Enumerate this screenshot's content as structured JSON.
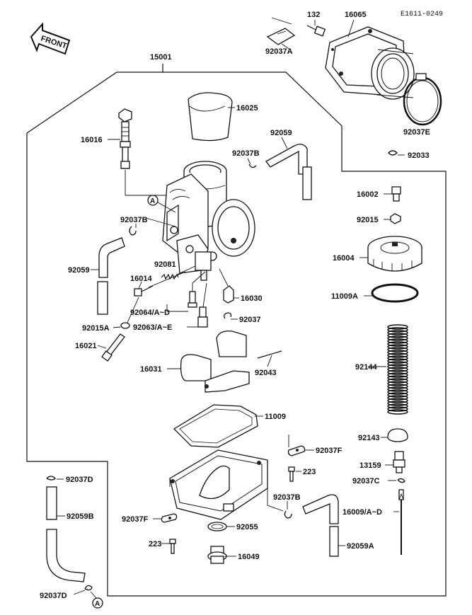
{
  "diagram": {
    "code": "E1611-0249",
    "front_label": "FRONT",
    "assembly_label": "15001",
    "ref_marker": "A",
    "parts": {
      "p132": "132",
      "p16065": "16065",
      "p92037A": "92037A",
      "p92037E": "92037E",
      "p16025": "16025",
      "p16016": "16016",
      "p92037B_top": "92037B",
      "p92059_top": "92059",
      "p92033": "92033",
      "p16002": "16002",
      "p92015": "92015",
      "p16004": "16004",
      "p11009A": "11009A",
      "p92037B_mid": "92037B",
      "p92059_left": "92059",
      "p92081": "92081",
      "p16014": "16014",
      "p16030": "16030",
      "p92064": "92064/A~D",
      "p92063": "92063/A~E",
      "p92037": "92037",
      "p92015A": "92015A",
      "p16021": "16021",
      "p16031": "16031",
      "p92043": "92043",
      "p92144": "92144",
      "p11009": "11009",
      "p92143": "92143",
      "p92037F_right": "92037F",
      "p13159": "13159",
      "p223_right": "223",
      "p92037C": "92037C",
      "p92037D_top": "92037D",
      "p92059B": "92059B",
      "p92037B_low": "92037B",
      "p16009": "16009/A~D",
      "p92037F_left": "92037F",
      "p92055": "92055",
      "p223_left": "223",
      "p92059A": "92059A",
      "p16049": "16049",
      "p92037D_bot": "92037D"
    }
  }
}
